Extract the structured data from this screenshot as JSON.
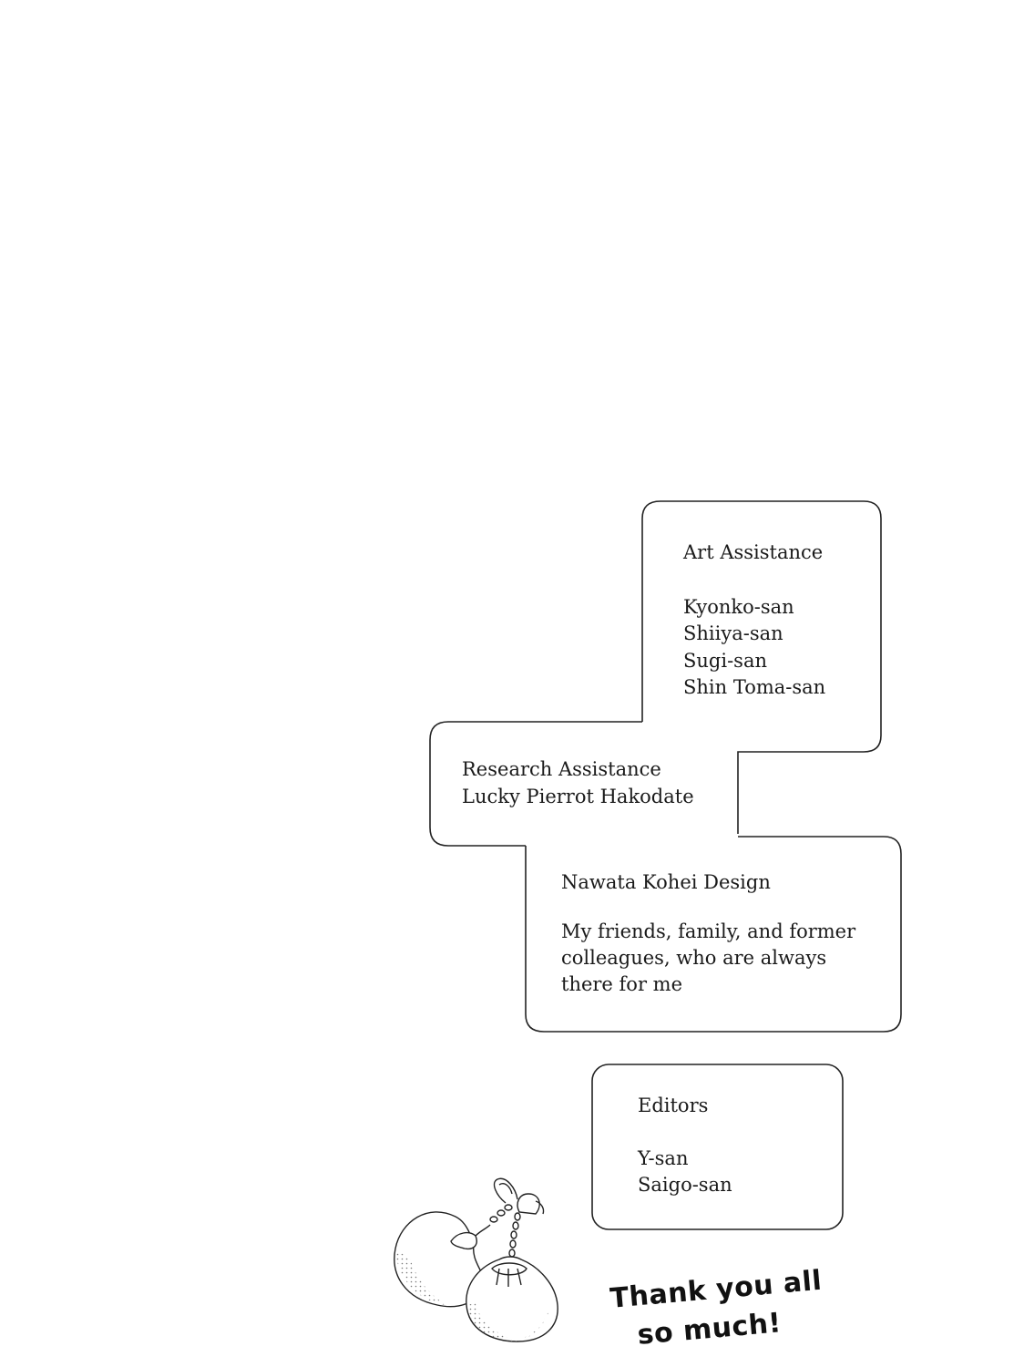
{
  "art_assistance": {
    "heading": "Art Assistance",
    "names": [
      "Kyonko-san",
      "Shiiya-san",
      "Sugi-san",
      "Shin Toma-san"
    ]
  },
  "research_assistance": {
    "heading": "Research Assistance",
    "name": "Lucky Pierrot Hakodate"
  },
  "design": {
    "heading": "Nawata Kohei Design",
    "lines": [
      "My friends, family, and former",
      "colleagues, who are always",
      "there for me"
    ]
  },
  "editors": {
    "heading": "Editors",
    "names": [
      "Y-san",
      "Saigo-san"
    ]
  },
  "thanks": {
    "line1": "Thank you all",
    "line2": "so much!"
  }
}
